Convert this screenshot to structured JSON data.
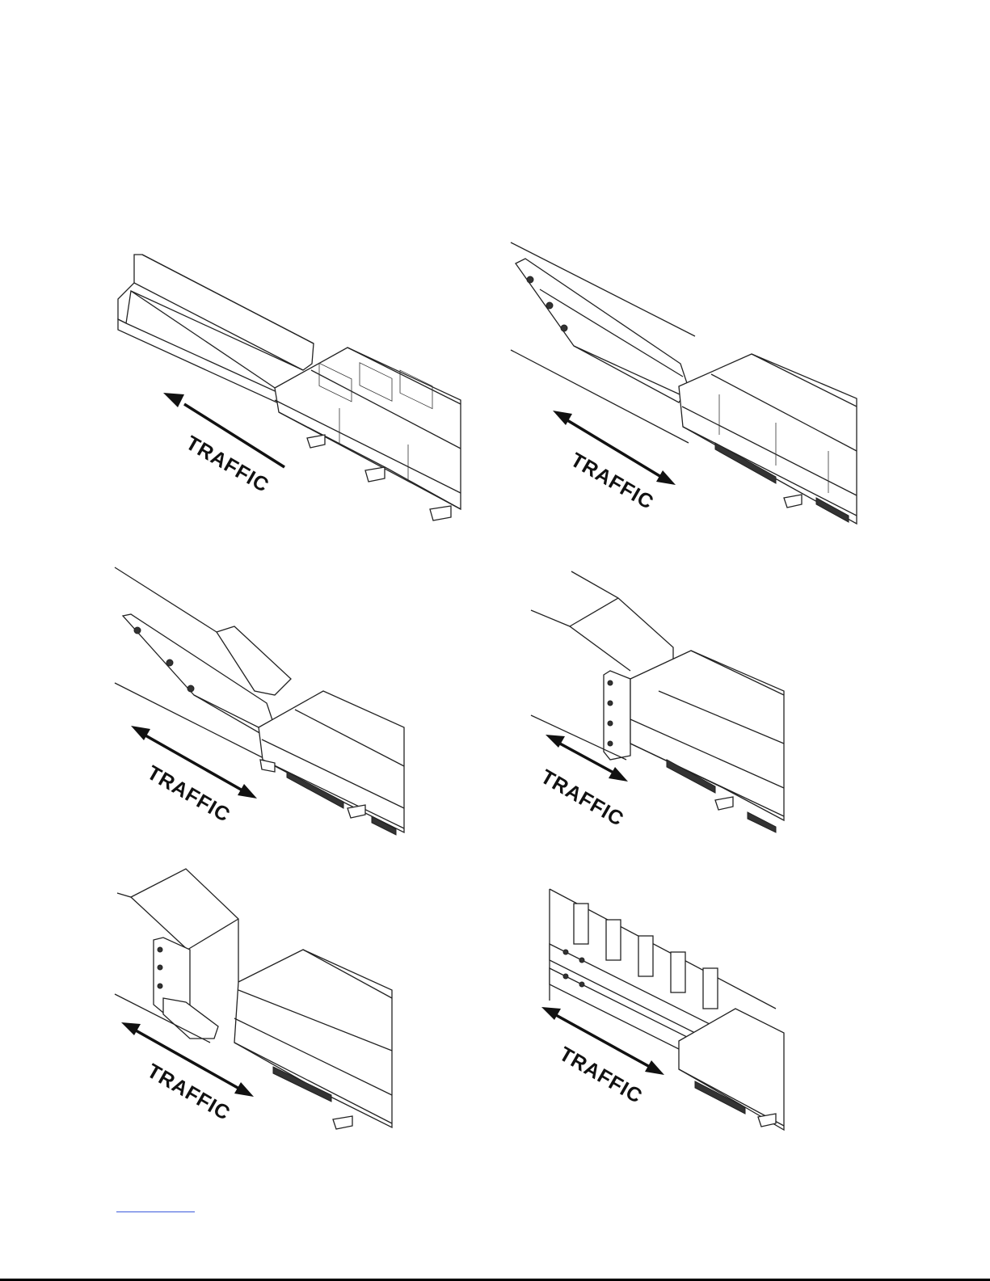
{
  "panels": [
    {
      "id": "panel-1",
      "traffic_label": "TRAFFIC",
      "arrow": "one-way"
    },
    {
      "id": "panel-2",
      "traffic_label": "TRAFFIC",
      "arrow": "two-way"
    },
    {
      "id": "panel-3",
      "traffic_label": "TRAFFIC",
      "arrow": "two-way"
    },
    {
      "id": "panel-4",
      "traffic_label": "TRAFFIC",
      "arrow": "two-way"
    },
    {
      "id": "panel-5",
      "traffic_label": "TRAFFIC",
      "arrow": "two-way"
    },
    {
      "id": "panel-6",
      "traffic_label": "TRAFFIC",
      "arrow": "two-way"
    }
  ],
  "colors": {
    "ink": "#222222",
    "link": "#3b5bdb"
  }
}
